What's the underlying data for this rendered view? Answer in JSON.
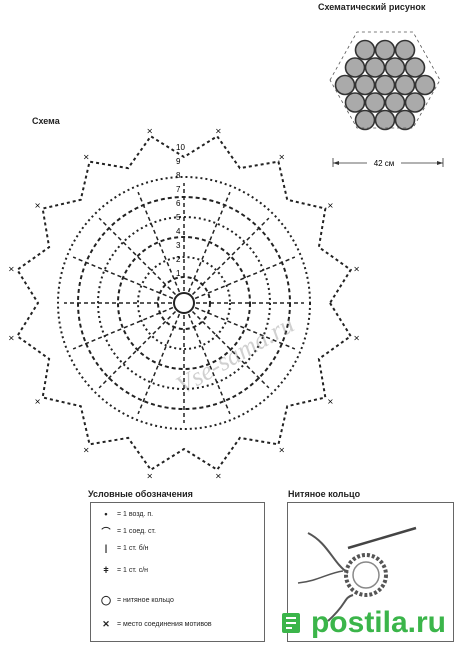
{
  "schematic": {
    "title": "Схематический рисунок",
    "dimension": "42 см"
  },
  "schema": {
    "title": "Схема",
    "row_numbers": [
      "10",
      "9",
      "8",
      "7",
      "6",
      "5",
      "4",
      "3",
      "2",
      "1"
    ]
  },
  "legend": {
    "title": "Условные обозначения",
    "items": [
      {
        "symbol": "•",
        "text": "= 1 возд. п."
      },
      {
        "symbol": "⌒",
        "text": "= 1 соед. ст."
      },
      {
        "symbol": "|",
        "text": "= 1 ст. б/н"
      },
      {
        "symbol": "ǂ",
        "text": "= 1 ст. с/н"
      },
      {
        "symbol": "◯",
        "text": "= нитяное кольцо"
      },
      {
        "symbol": "✕",
        "text": "= место соединения мотивов"
      }
    ]
  },
  "ring": {
    "title": "Нитяное кольцо"
  },
  "watermark": "Vse-sama.ru",
  "brand": {
    "name": "postila.ru",
    "color": "#3bb54a"
  }
}
